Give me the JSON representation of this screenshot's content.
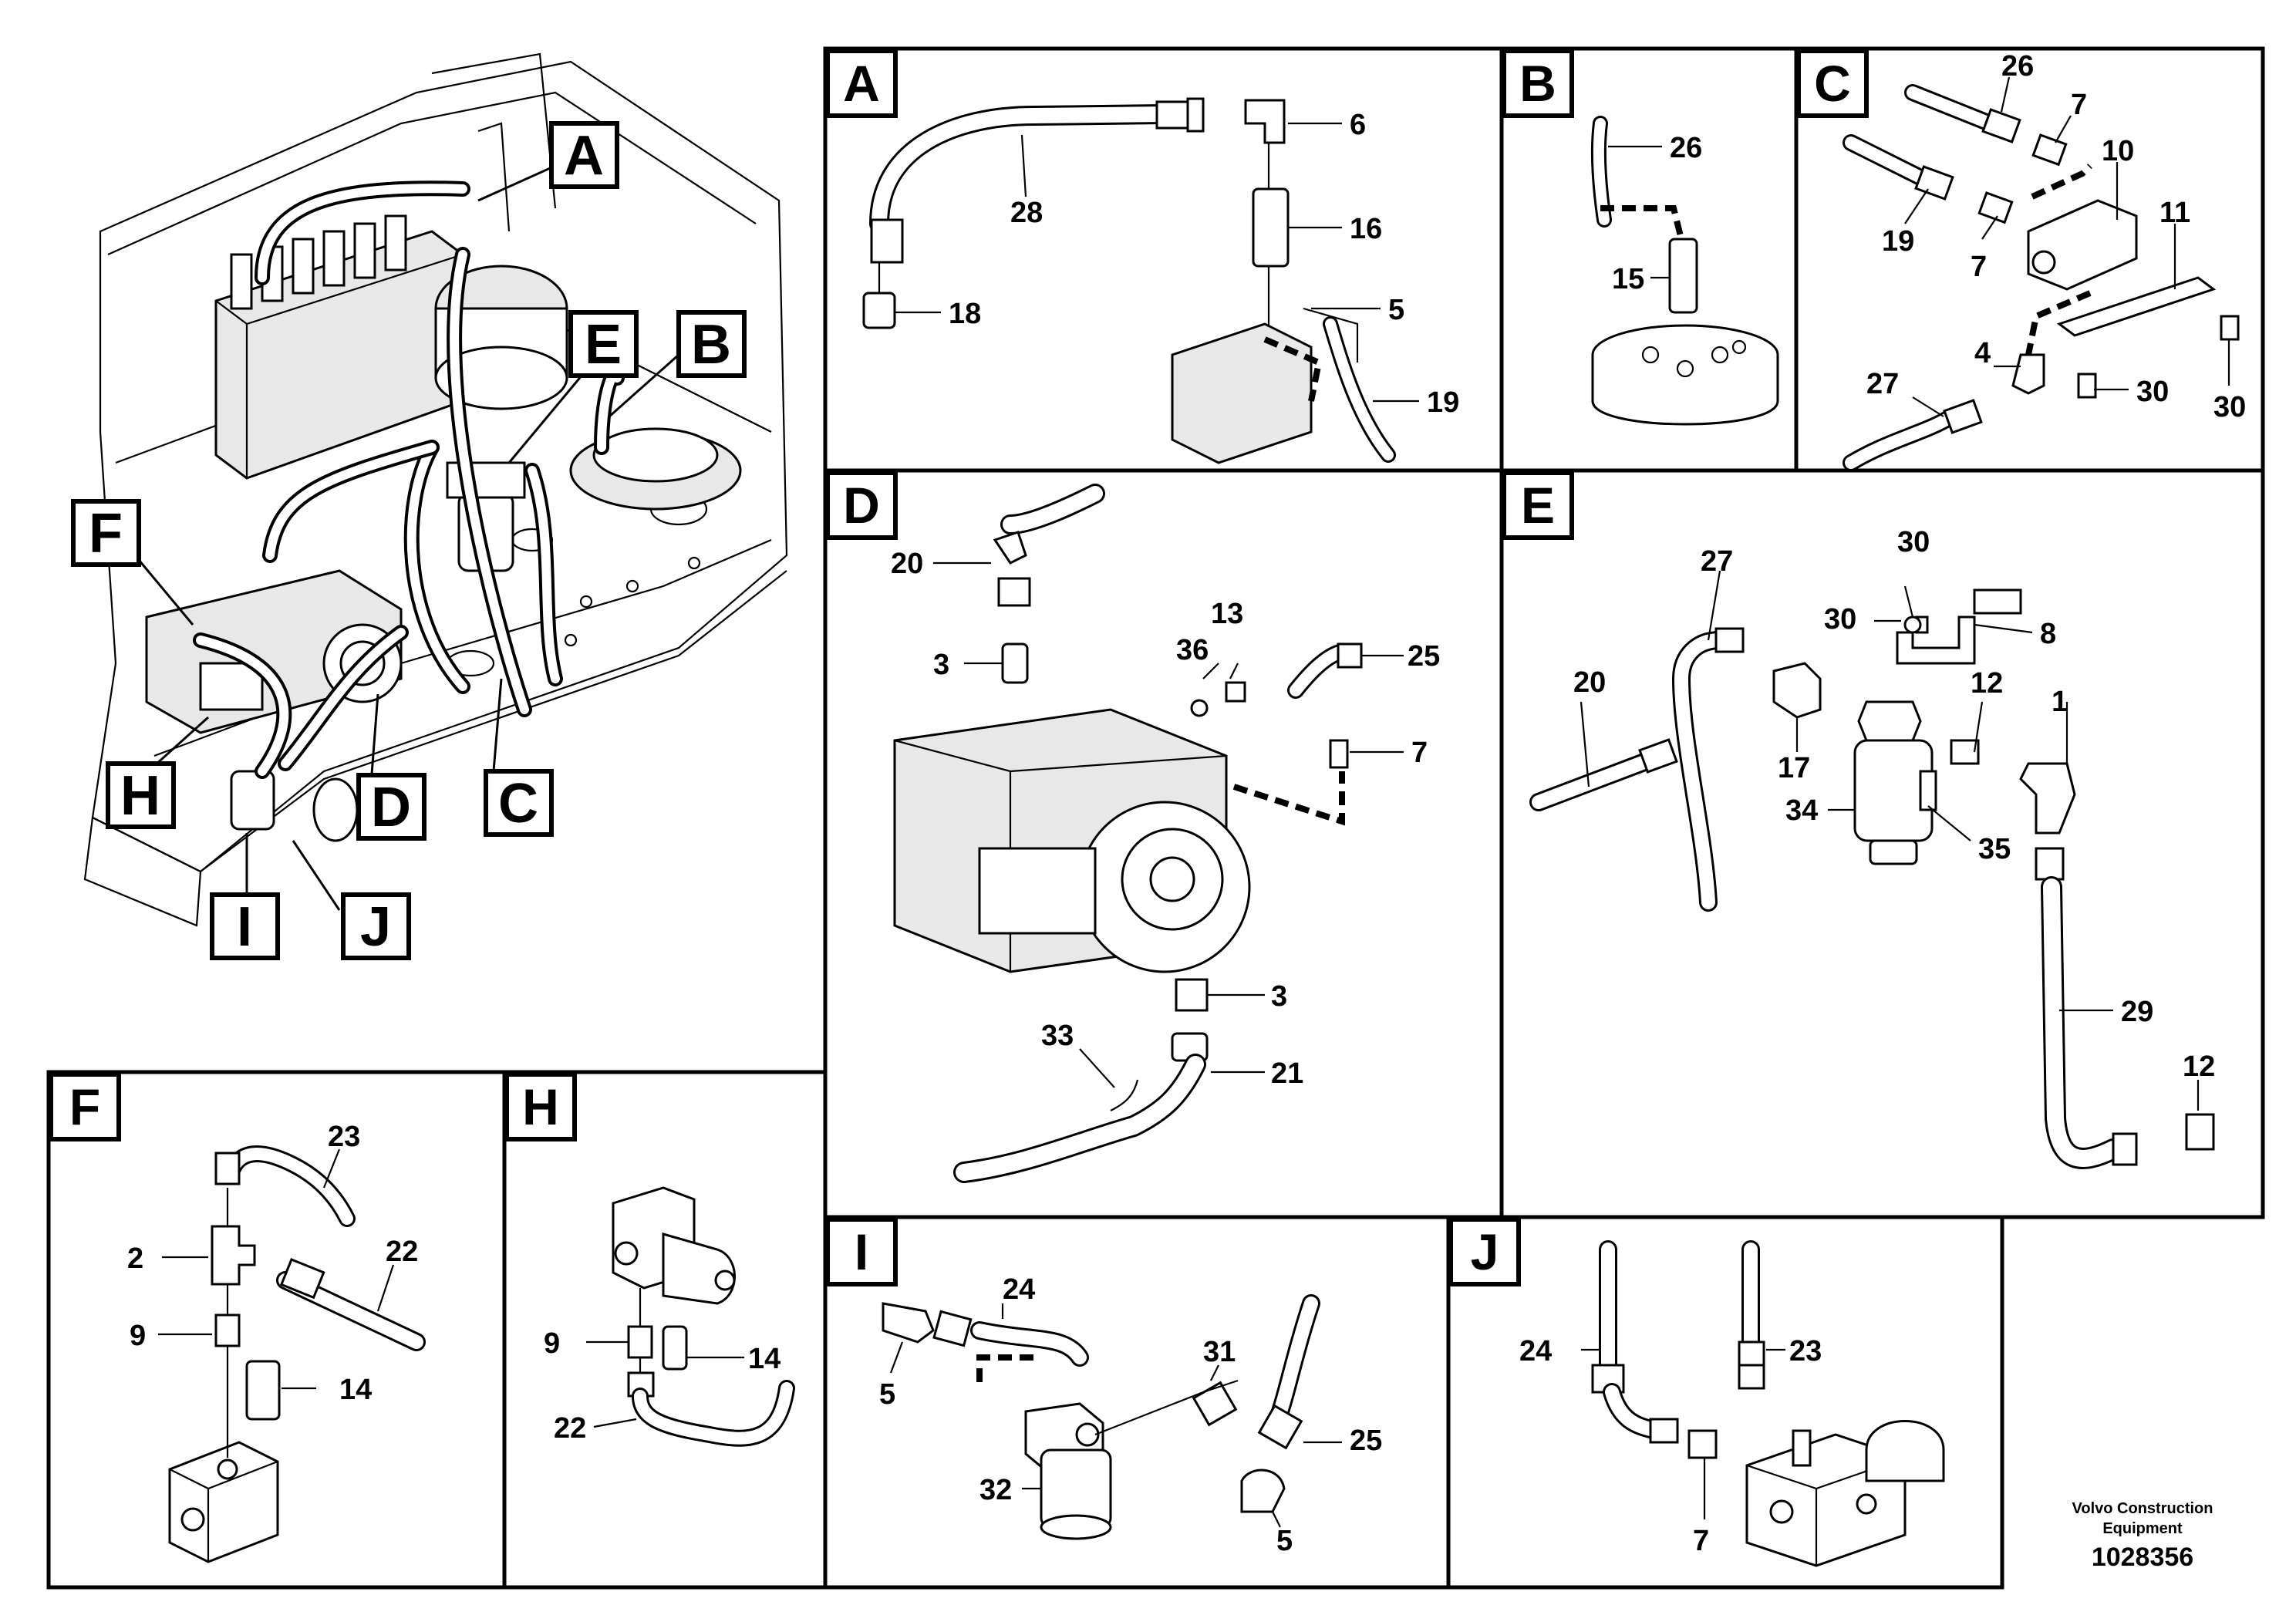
{
  "overview": {
    "callouts": [
      "A",
      "B",
      "C",
      "D",
      "E",
      "F",
      "H",
      "I",
      "J"
    ]
  },
  "panels": {
    "A": {
      "letter": "A",
      "parts": [
        "6",
        "28",
        "16",
        "18",
        "5",
        "19"
      ]
    },
    "B": {
      "letter": "B",
      "parts": [
        "26",
        "15"
      ]
    },
    "C": {
      "letter": "C",
      "parts": [
        "26",
        "7",
        "10",
        "19",
        "7",
        "11",
        "4",
        "27",
        "30",
        "30"
      ]
    },
    "D": {
      "letter": "D",
      "parts": [
        "20",
        "13",
        "36",
        "25",
        "3",
        "7",
        "3",
        "33",
        "21"
      ]
    },
    "E": {
      "letter": "E",
      "parts": [
        "27",
        "30",
        "30",
        "8",
        "20",
        "12",
        "1",
        "17",
        "34",
        "35",
        "29",
        "12"
      ]
    },
    "F": {
      "letter": "F",
      "parts": [
        "23",
        "22",
        "2",
        "9",
        "14"
      ]
    },
    "H": {
      "letter": "H",
      "parts": [
        "9",
        "14",
        "22"
      ]
    },
    "I": {
      "letter": "I",
      "parts": [
        "24",
        "5",
        "31",
        "25",
        "32",
        "5"
      ]
    },
    "J": {
      "letter": "J",
      "parts": [
        "24",
        "23",
        "7"
      ]
    }
  },
  "publisher": {
    "line1": "Volvo Construction",
    "line2": "Equipment",
    "drawing_number": "1028356"
  }
}
